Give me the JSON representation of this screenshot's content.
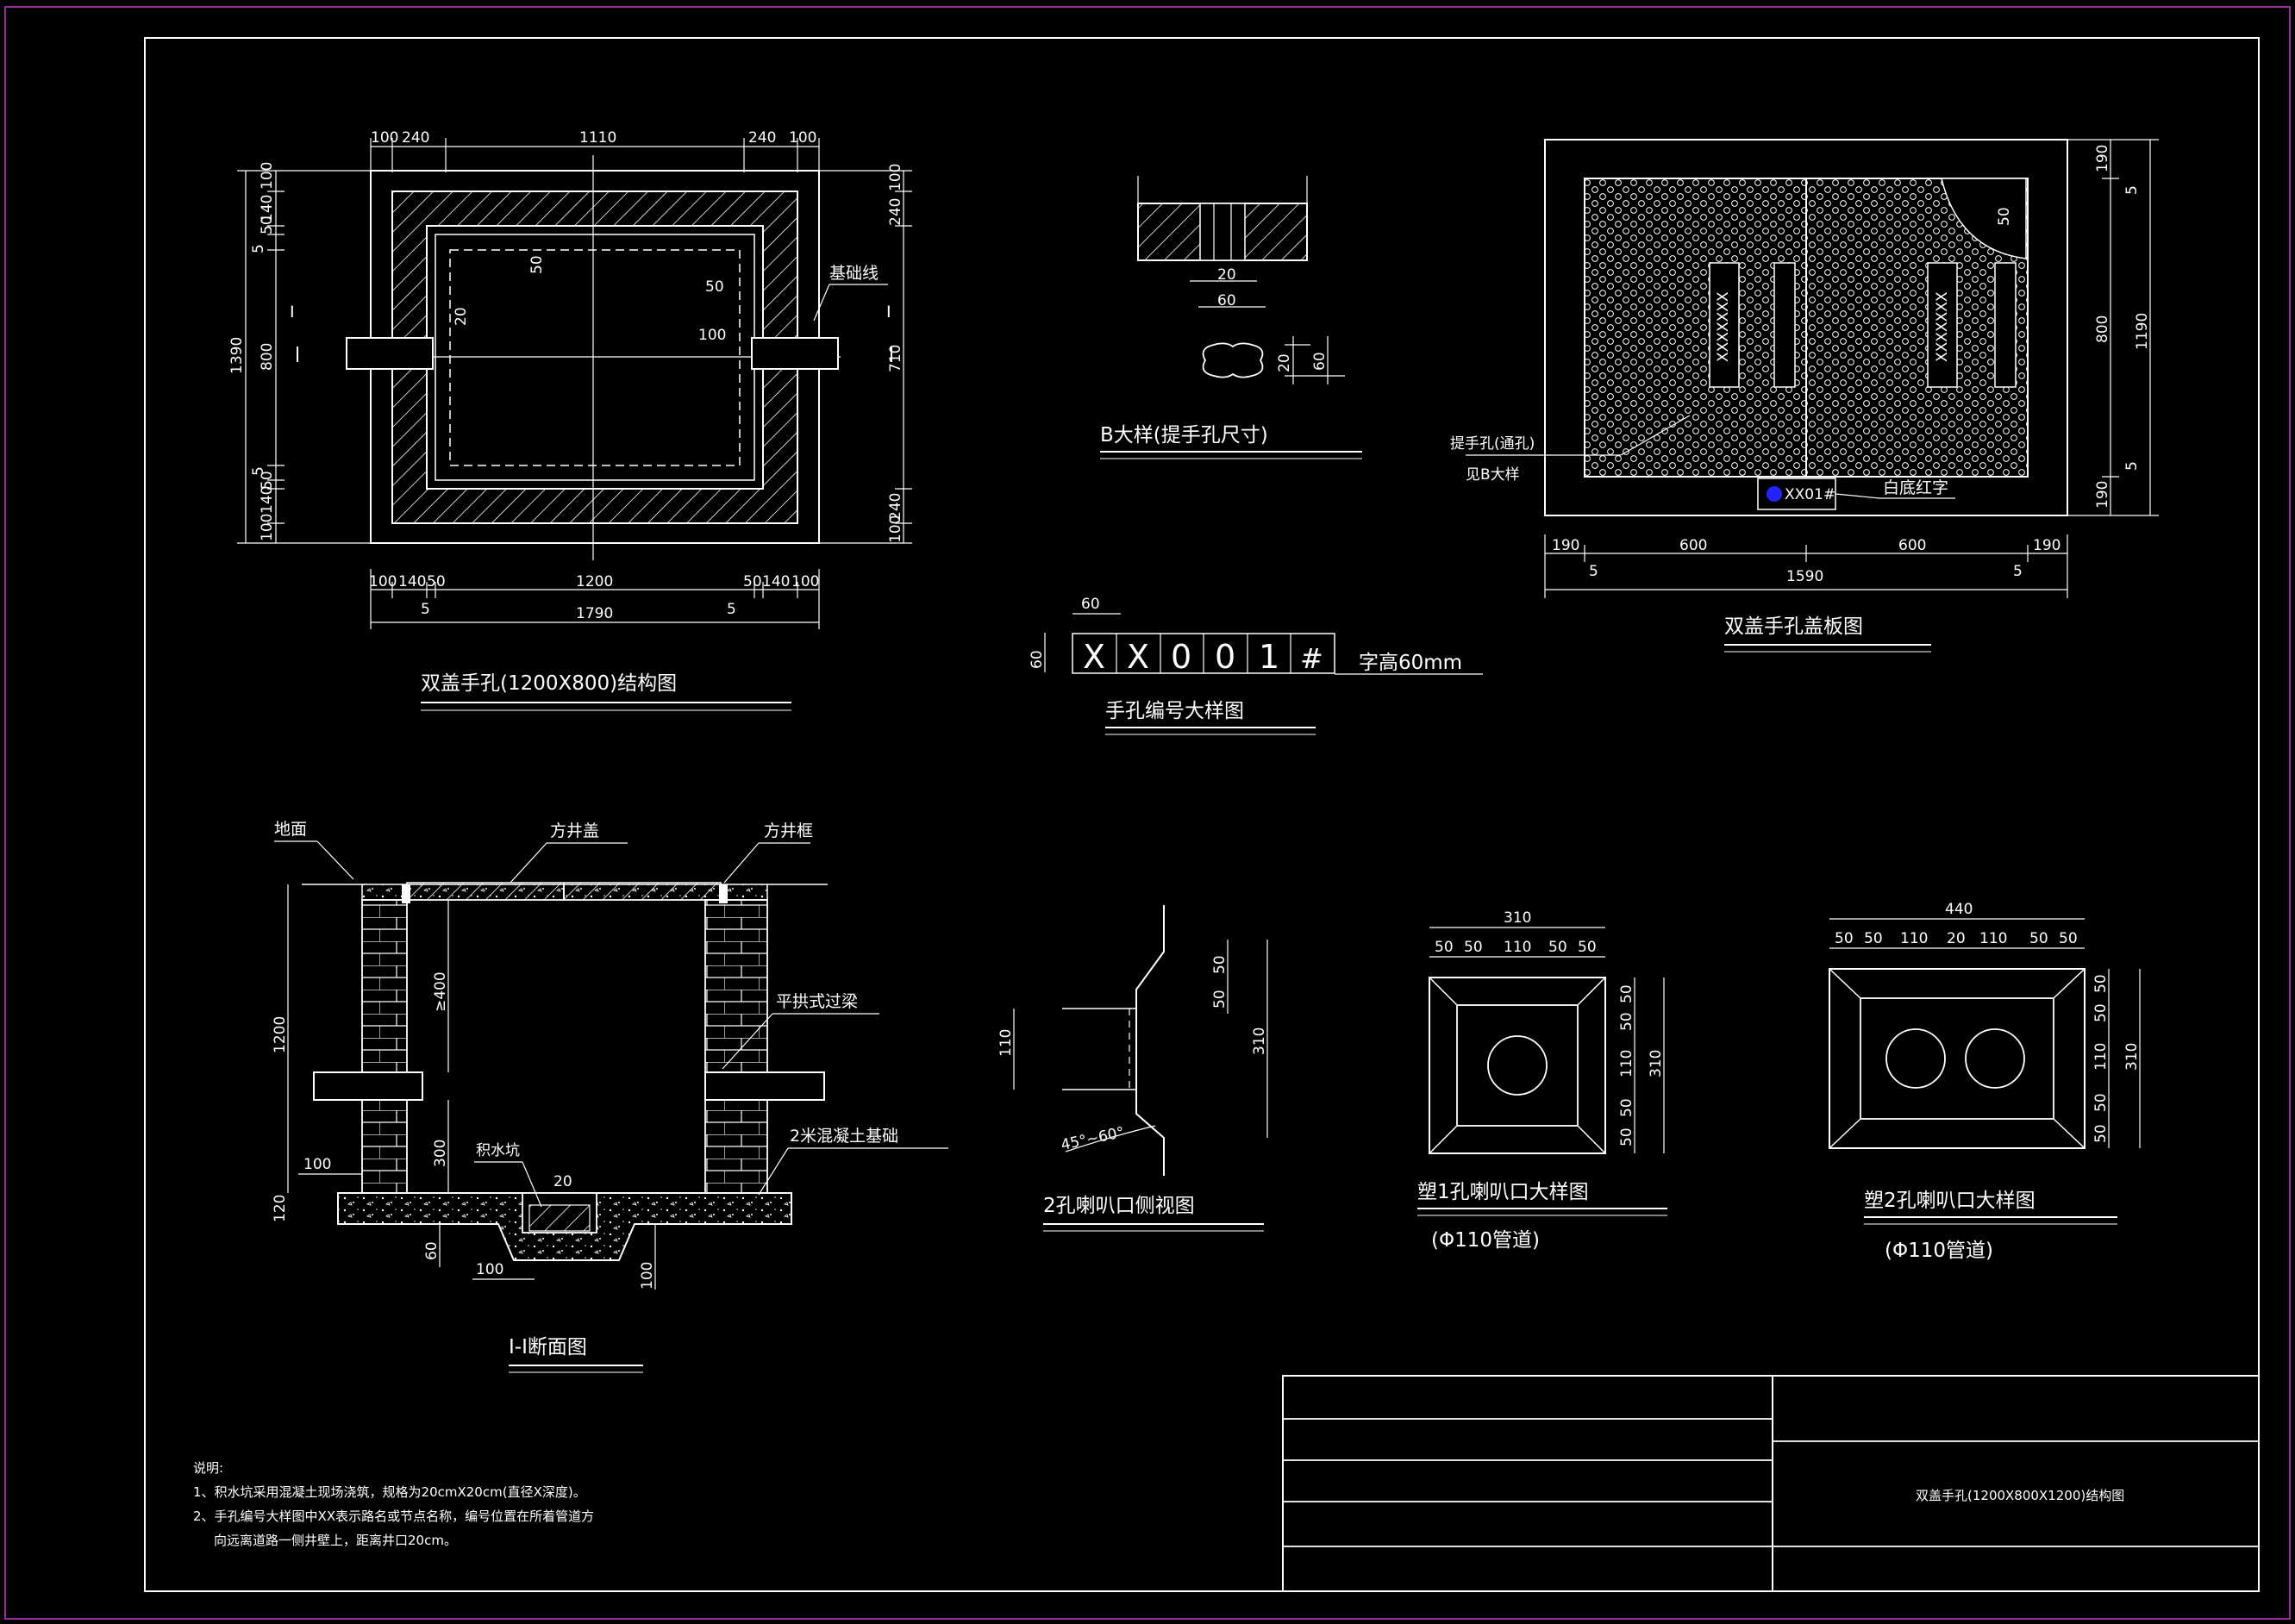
{
  "views": {
    "plan": {
      "title": "双盖手孔(1200X800)结构图",
      "dims_top": [
        "100",
        "240",
        "1110",
        "240",
        "100"
      ],
      "dims_bottom_a": [
        "100",
        "140",
        "50",
        "1200",
        "50",
        "140",
        "100"
      ],
      "dims_bottom_b": [
        "5",
        "1790",
        "5"
      ],
      "dims_left": [
        "100",
        "140",
        "50",
        "5",
        "800",
        "5",
        "50",
        "140",
        "100",
        "1390"
      ],
      "dims_right": [
        "100",
        "240",
        "710",
        "240",
        "100"
      ],
      "inner_labels": [
        "50",
        "20",
        "50",
        "100"
      ],
      "callout": "基础线",
      "section_mark": "I"
    },
    "detail_b": {
      "title": "B大样(提手孔尺寸)",
      "dims": [
        "20",
        "60",
        "20",
        "60"
      ]
    },
    "number_detail": {
      "title": "手孔编号大样图",
      "chars": [
        "X",
        "X",
        "0",
        "0",
        "1",
        "#"
      ],
      "dims": [
        "60",
        "60"
      ],
      "note": "字高60mm"
    },
    "cover_plate": {
      "title": "双盖手孔盖板图",
      "dims_bottom": [
        "190",
        "600",
        "600",
        "190",
        "5",
        "1590",
        "5"
      ],
      "dims_right": [
        "190",
        "5",
        "800",
        "5",
        "190",
        "1190"
      ],
      "inner_dim": "50",
      "vertical_text": [
        "XXXXXXX",
        "XXXXXXX"
      ],
      "label_lift": "提手孔(通孔)",
      "label_lift_ref": "见B大样",
      "plate_code": "XX01#",
      "plate_note": "白底红字",
      "marker_color": "#2323ff"
    },
    "section": {
      "title": "I-I断面图",
      "labels": {
        "ground": "地面",
        "cover": "方井盖",
        "frame": "方井框",
        "beam": "平拱式过梁",
        "found": "2米混凝土基础",
        "sump": "积水坑"
      },
      "dims": [
        "1200",
        "≥400",
        "300",
        "100",
        "120",
        "20",
        "60",
        "100",
        "100"
      ]
    },
    "horn_side": {
      "title": "2孔喇叭口侧视图",
      "dims": [
        "110",
        "50",
        "50",
        "310"
      ],
      "angle": "45°~60°"
    },
    "horn1": {
      "title": "塑1孔喇叭口大样图",
      "subtitle": "(Φ110管道)",
      "dims_top": [
        "310",
        "50",
        "50",
        "110",
        "50",
        "50"
      ],
      "dims_right": [
        "50",
        "50",
        "110",
        "50",
        "50",
        "310"
      ]
    },
    "horn2": {
      "title": "塑2孔喇叭口大样图",
      "subtitle": "(Φ110管道)",
      "dims_top": [
        "440",
        "50",
        "50",
        "110",
        "20",
        "110",
        "50",
        "50"
      ],
      "dims_right": [
        "50",
        "50",
        "110",
        "50",
        "50",
        "310"
      ]
    }
  },
  "notes": {
    "heading": "说明:",
    "lines": [
      "1、积水坑采用混凝土现场浇筑，规格为20cmX20cm(直径X深度)。",
      "2、手孔编号大样图中XX表示路名或节点名称，编号位置在所着管道方",
      "向远离道路一侧井壁上，距离井口20cm。"
    ]
  },
  "title_block": {
    "drawing_name": "双盖手孔(1200X800X1200)结构图"
  },
  "colors": {
    "background": "#000000",
    "line": "#ffffff",
    "frame_accent": "#9b2ba0"
  }
}
